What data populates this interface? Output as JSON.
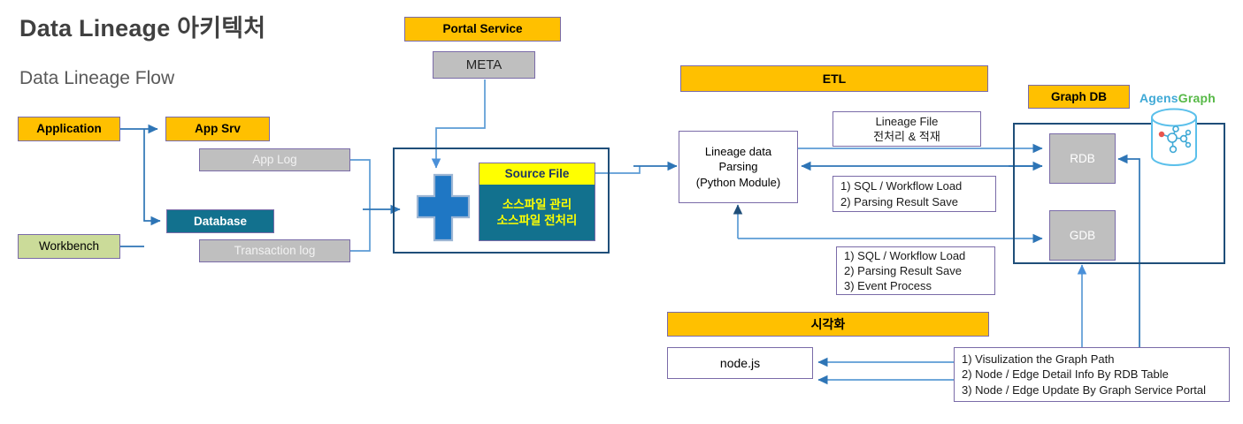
{
  "title": {
    "main": "Data Lineage 아키텍처",
    "sub": "Data Lineage Flow"
  },
  "colors": {
    "orange": "#FFC000",
    "grey": "#BFBFBF",
    "teal": "#12718E",
    "green": "#CBDB99",
    "yellow": "#FFFF00",
    "frame_blue": "#1F4E79",
    "arrow_blue": "#2E75B6",
    "arrow_blue_dark": "#1F4E79",
    "border_purple": "#7A6BA8",
    "agens_blue": "#3FA9D6",
    "agens_green": "#57B947"
  },
  "source_side": {
    "application": "Application",
    "workbench": "Workbench",
    "app_srv": "App Srv",
    "database": "Database",
    "app_log": "App Log",
    "transaction_log": "Transaction log"
  },
  "portal": {
    "service": "Portal Service",
    "meta": "META"
  },
  "collector": {
    "source_file_header": "Source File",
    "source_file_body": "소스파일 관리\n소스파일 전처리",
    "plus_icon": "plus-icon"
  },
  "etl": {
    "header": "ETL",
    "parsing_box": "Lineage data\nParsing\n(Python Module)",
    "note_lineage_file": "Lineage File\n전처리 & 적재",
    "note_sql_1": "1) SQL / Workflow Load\n2) Parsing Result Save",
    "note_sql_2": "1) SQL / Workflow Load\n2) Parsing Result Save\n3) Event Process"
  },
  "graphdb": {
    "header": "Graph DB",
    "rdb": "RDB",
    "gdb": "GDB",
    "logo_agens": "Agens",
    "logo_graph": "Graph",
    "logo_icon": "agensgraph-database-icon"
  },
  "visualization": {
    "header": "시각화",
    "nodejs": "node.js",
    "note": "1) Visulization the Graph Path\n2) Node / Edge Detail Info By RDB Table\n3) Node / Edge Update By Graph Service Portal"
  }
}
